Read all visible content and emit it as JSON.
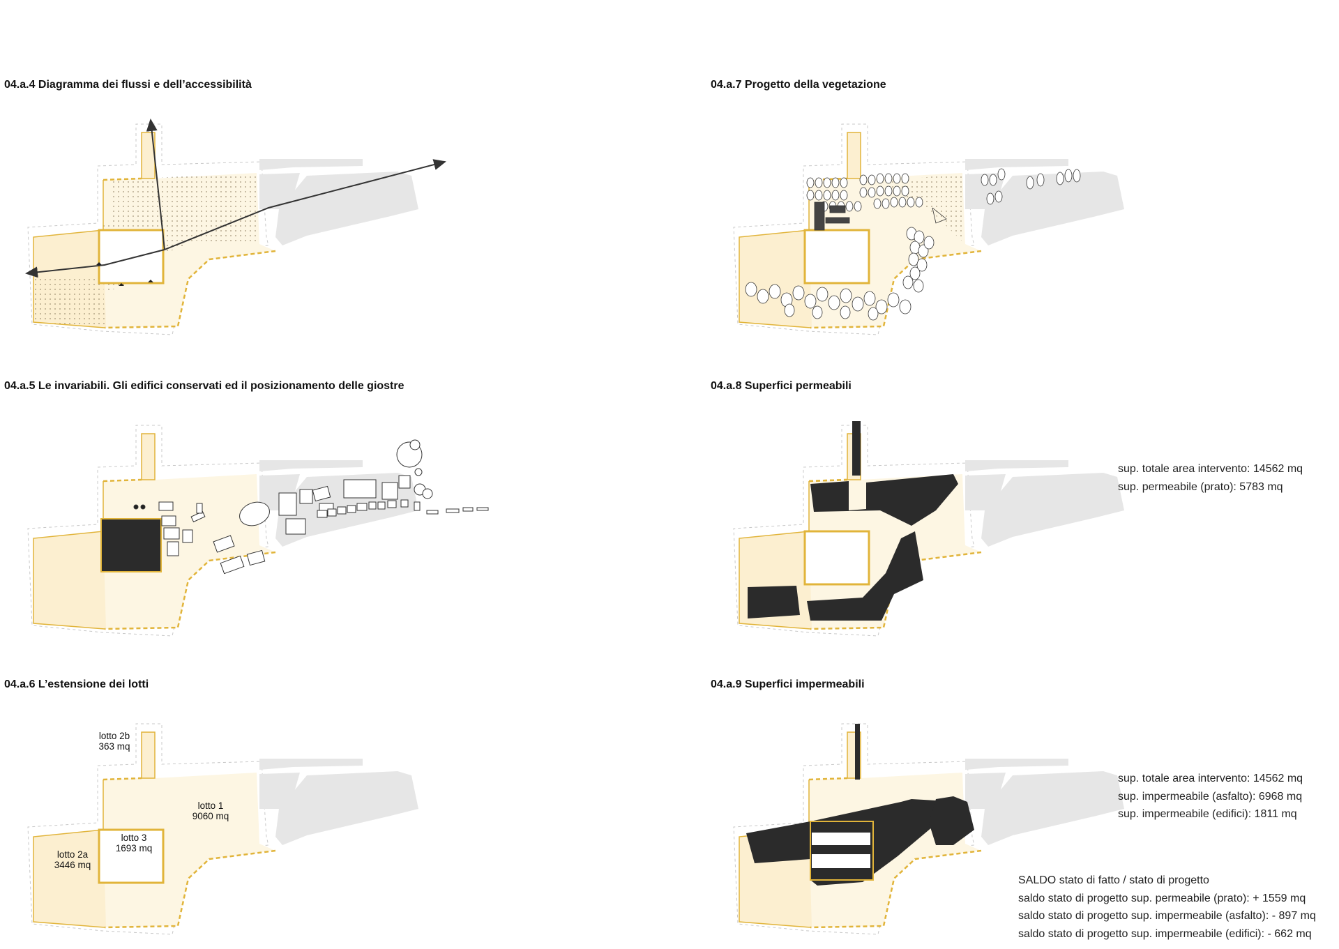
{
  "colors": {
    "site_fill": "#fdf6e3",
    "lot_fill": "#fcefd0",
    "boundary": "#e1b43a",
    "context_grey": "#e6e6e6",
    "dark_surface": "#2b2b2b",
    "arrow": "#333333"
  },
  "panels": {
    "p4": {
      "title": "04.a.4 Diagramma dei flussi e dell’accessibilità"
    },
    "p5": {
      "title": "04.a.5 Le invariabili. Gli edifici conservati ed il posizionamento delle giostre"
    },
    "p6": {
      "title": "04.a.6 L’estensione dei lotti",
      "lots": [
        {
          "name": "lotto 2b",
          "area": "363 mq"
        },
        {
          "name": "lotto 1",
          "area": "9060 mq"
        },
        {
          "name": "lotto 3",
          "area": "1693 mq"
        },
        {
          "name": "lotto 2a",
          "area": "3446 mq"
        }
      ]
    },
    "p7": {
      "title": "04.a.7 Progetto della vegetazione"
    },
    "p8": {
      "title": "04.a.8 Superfici permeabili",
      "stats": [
        "sup. totale area intervento: 14562 mq",
        "sup. permeabile (prato): 5783 mq"
      ]
    },
    "p9": {
      "title": "04.a.9 Superfici impermeabili",
      "stats": [
        "sup. totale area intervento: 14562 mq",
        "sup. impermeabile (asfalto): 6968 mq",
        "sup. impermeabile (edifici): 1811 mq"
      ],
      "saldo": [
        "SALDO stato di fatto / stato di progetto",
        "saldo stato di progetto sup. permeabile (prato): + 1559 mq",
        "saldo stato di progetto sup. impermeabile (asfalto): - 897 mq",
        "saldo stato di progetto sup. impermeabile (edifici): - 662 mq"
      ]
    }
  }
}
